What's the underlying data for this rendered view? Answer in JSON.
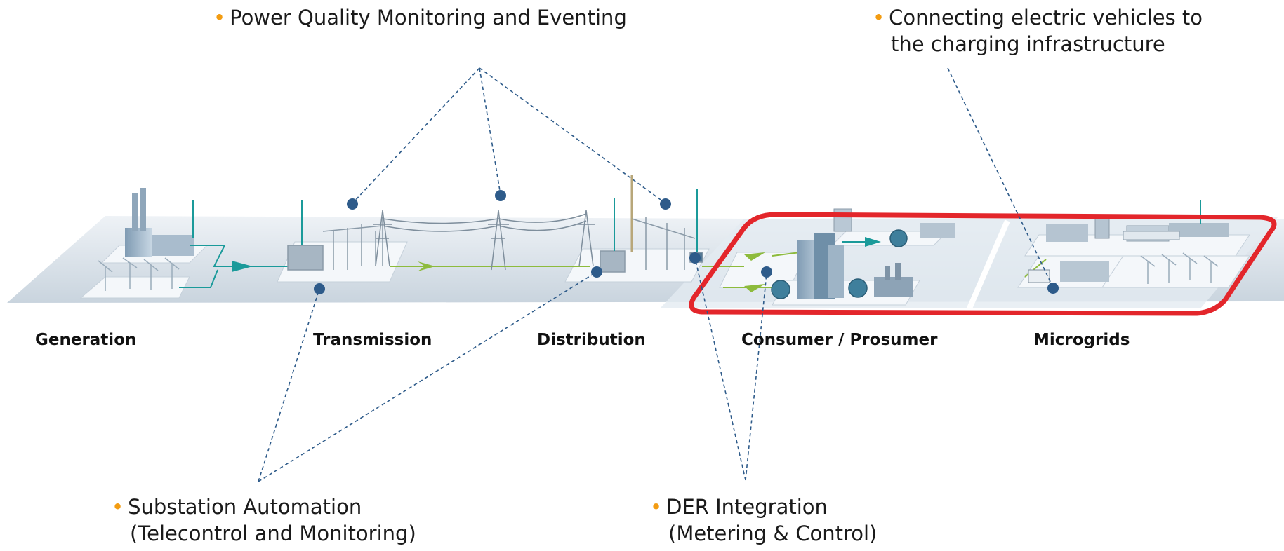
{
  "callouts": {
    "power_quality": "Power Quality Monitoring and Eventing",
    "ev_charging_line1": "Connecting electric vehicles to",
    "ev_charging_line2": "the charging infrastructure",
    "substation_line1": "Substation Automation",
    "substation_line2": "(Telecontrol and Monitoring)",
    "der_line1": "DER Integration",
    "der_line2": "(Metering & Control)",
    "bullet": "•"
  },
  "stages": {
    "generation": "Generation",
    "transmission": "Transmission",
    "distribution": "Distribution",
    "consumer": "Consumer / Prosumer",
    "microgrids": "Microgrids"
  },
  "colors": {
    "bullet": "#f39c12",
    "marker": "#2e5b8a",
    "dashed_line": "#2e5b8a",
    "highlight_border": "#e3262b",
    "platform": "#dde5ec",
    "teal_arrow": "#1a9a9a",
    "green_arrow": "#8dbb3c"
  }
}
